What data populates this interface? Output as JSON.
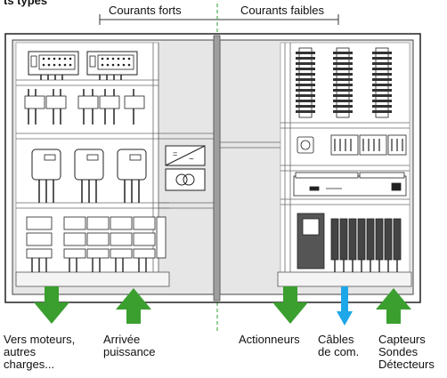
{
  "header": {
    "cut_text": "ts types",
    "left_zone": "Courants forts",
    "right_zone": "Courants faibles"
  },
  "labels": {
    "motors": [
      "Vers moteurs,",
      "autres",
      "charges..."
    ],
    "power_in": [
      "Arrivée",
      "puissance"
    ],
    "actuators": [
      "Actionneurs"
    ],
    "com_cables": [
      "Câbles",
      "de com."
    ],
    "sensors": [
      "Capteurs",
      "Sondes",
      "Détecteurs"
    ]
  },
  "colors": {
    "panel_fill": "#e6e6e6",
    "divider": "#9e9e9e",
    "arrow_green": "#3a9f2e",
    "arrow_blue": "#1ea7e8",
    "dashed_line": "#4caf50"
  },
  "arrows": {
    "motors": "down",
    "power_in": "up",
    "actuators": "down",
    "com_cables": "down",
    "sensors": "up"
  }
}
